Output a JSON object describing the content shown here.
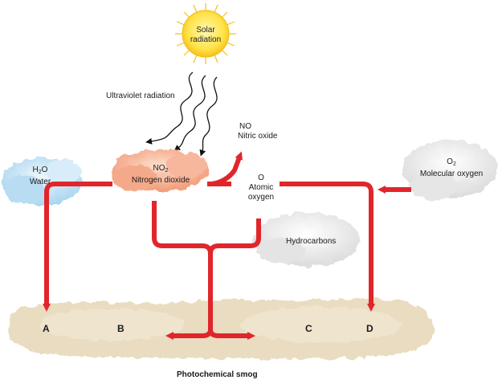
{
  "sun": {
    "line1": "Solar",
    "line2": "radiation"
  },
  "uv_label": "Ultraviolet radiation",
  "no2": {
    "formula_base": "NO",
    "formula_sub": "2",
    "name": "Nitrogen dioxide"
  },
  "no": {
    "formula": "NO",
    "name": "Nitric oxide"
  },
  "atomic_o": {
    "formula": "O",
    "line1": "Atomic",
    "line2": "oxygen"
  },
  "o2": {
    "formula_base": "O",
    "formula_sub": "2",
    "name": "Molecular oxygen"
  },
  "h2o": {
    "formula_pre": "H",
    "formula_sub": "2",
    "formula_post": "O",
    "name": "Water"
  },
  "hydrocarbons": "Hydrocarbons",
  "smog": {
    "title": "Photochemical smog",
    "letters": [
      "A",
      "B",
      "C",
      "D"
    ]
  },
  "colors": {
    "arrow": "#e0262b",
    "sun": "#ffe34a",
    "no2_cloud": "#f4a98a",
    "h2o_cloud": "#bfe0f4",
    "smog": "#e9dcc0"
  }
}
